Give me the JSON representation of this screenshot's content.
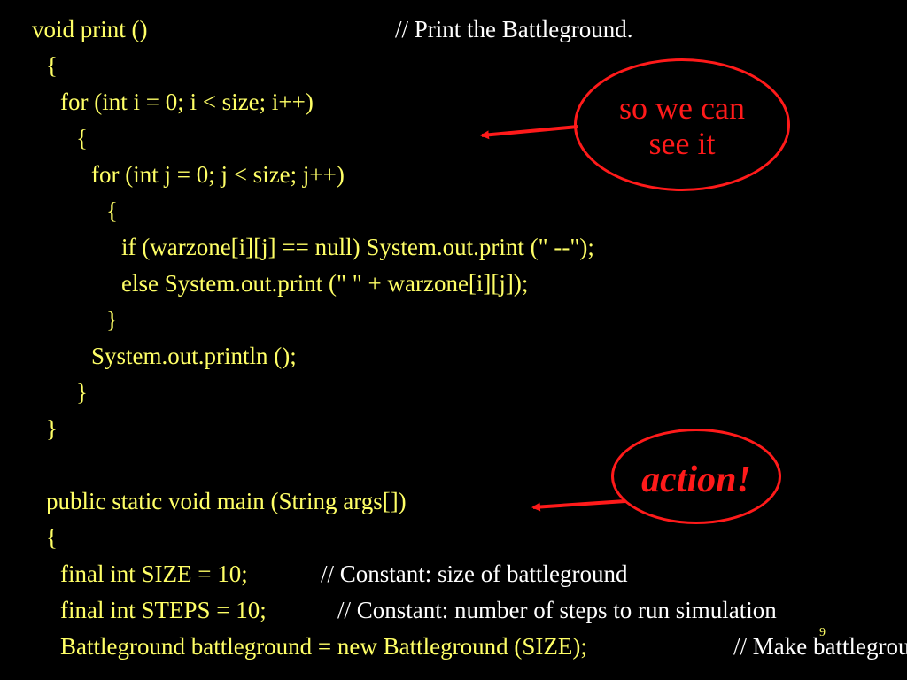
{
  "code": {
    "l1": "void print ()",
    "l1_comment": "// Print the Battleground.",
    "l2": "{",
    "l3": "for (int i = 0; i < size; i++)",
    "l4": "{",
    "l5": "for (int j = 0; j < size; j++)",
    "l6": "{",
    "l7": "if (warzone[i][j] == null) System.out.print (\" --\");",
    "l8": "else System.out.print (\" \" + warzone[i][j]);",
    "l9": "}",
    "l10": "System.out.println ();",
    "l11": "}",
    "l12": "}",
    "l13": "public static void main (String args[])",
    "l14": "{",
    "l15_code": "final int SIZE = 10;",
    "l15_comment": "// Constant: size of battleground",
    "l16_code": "final int STEPS = 10;",
    "l16_comment": "// Constant: number of steps to run simulation",
    "l17_code": "Battleground battleground = new Battleground (SIZE);",
    "l17_comment": "// Make battleground"
  },
  "callouts": {
    "first": "so we can\nsee it",
    "second": "action!"
  },
  "slide_number": "9",
  "colors": {
    "background": "#000000",
    "code_text": "#ffff66",
    "comment_text": "#ffffff",
    "callout": "#ff1a1a"
  }
}
